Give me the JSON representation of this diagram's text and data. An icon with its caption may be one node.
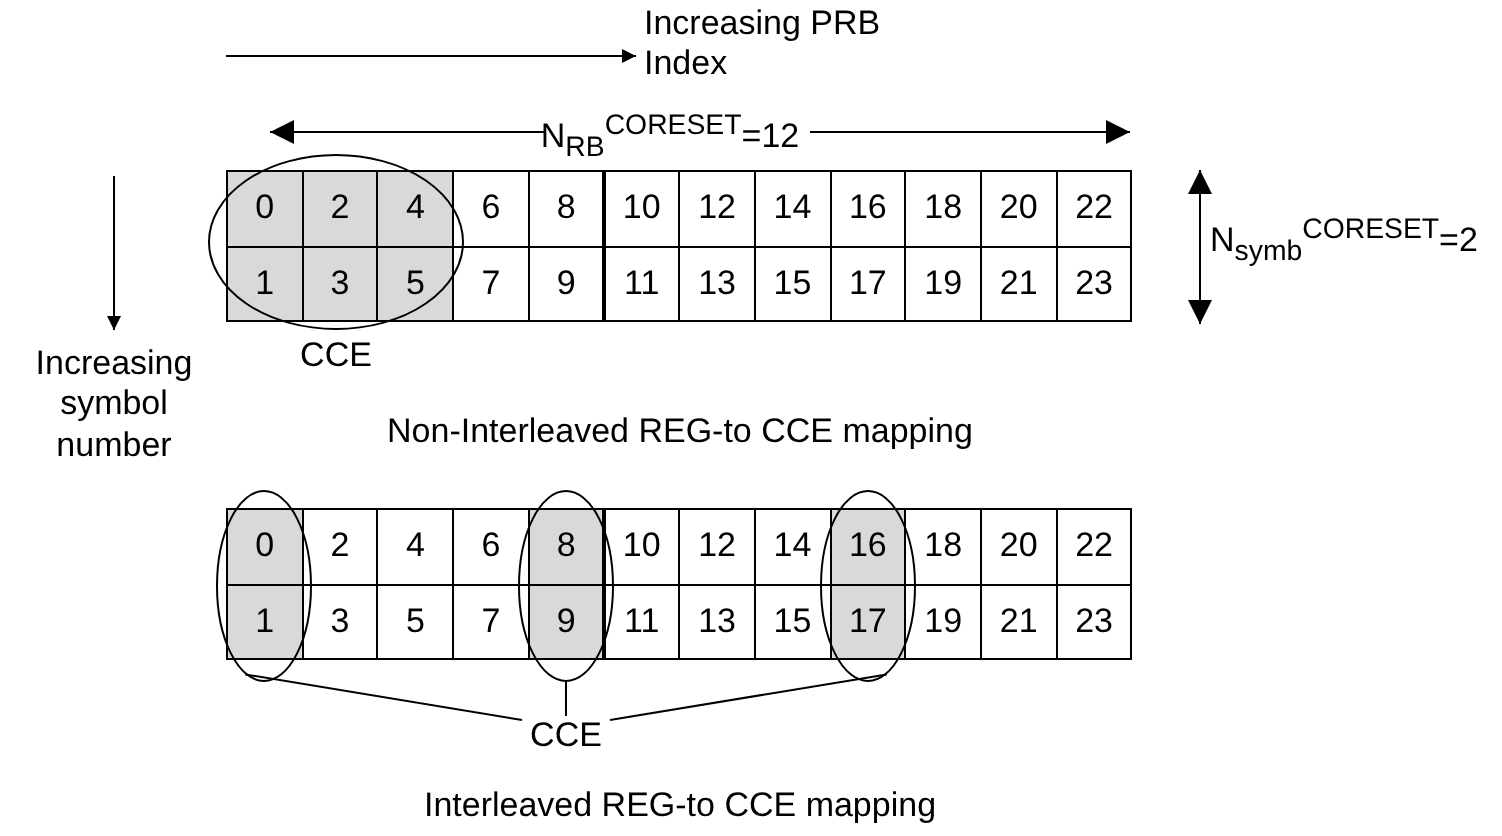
{
  "diagram": {
    "nodes": [
      {
        "text": [
          "CCE"
        ]
      },
      {
        "text": [],
        "shape": "circle"
      },
      {
        "text": [],
        "shape": "circle"
      },
      {
        "text": [],
        "shape": "circle"
      },
      {
        "text": [
          "CCE"
        ]
      }
    ],
    "edges": [
      {
        "from": 4,
        "to": 1,
        "arrow": "none"
      },
      {
        "from": 4,
        "to": 2,
        "arrow": "none"
      },
      {
        "from": 4,
        "to": 3,
        "arrow": "none"
      }
    ],
    "labels": [
      "Increasing PRB Index",
      "N$_{RB}$$^{CORESET}$=12",
      "0",
      "2",
      "4",
      "6",
      "8",
      "10",
      "12",
      "14",
      "16",
      "18",
      "20",
      "22",
      "1",
      "3",
      "5",
      "7",
      "9",
      "11",
      "13",
      "15",
      "17",
      "19",
      "21",
      "23",
      "N$_{symb}$$^{CORESET}$=2",
      "Increasing symbol number",
      "Non-Interleaved REG-to CCE mapping",
      "0",
      "2",
      "4",
      "6",
      "8",
      "10",
      "12",
      "14",
      "16",
      "18",
      "20",
      "22",
      "1",
      "3",
      "5",
      "7",
      "9",
      "11",
      "13",
      "15",
      "17",
      "19",
      "21",
      "23",
      "Interleaved REG-to CCE mapping"
    ]
  }
}
